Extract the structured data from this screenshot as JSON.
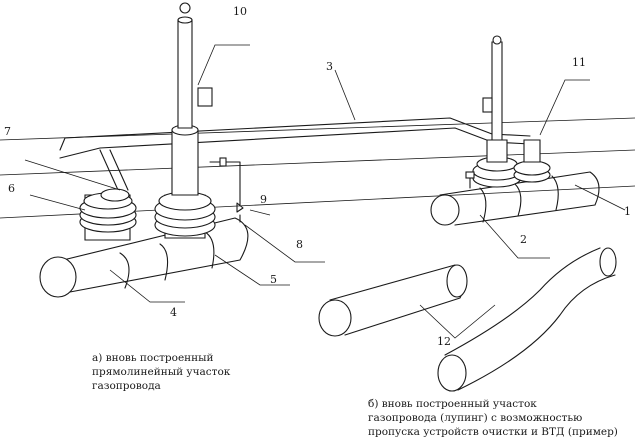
{
  "labels": {
    "l1": "1",
    "l2": "2",
    "l3": "3",
    "l4": "4",
    "l5": "5",
    "l6": "6",
    "l7": "7",
    "l8": "8",
    "l9": "9",
    "l10": "10",
    "l11": "11",
    "l12": "12"
  },
  "captions": {
    "a_line1": "а) вновь построенный",
    "a_line2": "прямолинейный участок",
    "a_line3": "газопровода",
    "b_line1": "б) вновь построенный участок",
    "b_line2": "газопровода (лупинг) с возможностью",
    "b_line3": "пропуска устройств очистки и ВТД (пример)"
  }
}
